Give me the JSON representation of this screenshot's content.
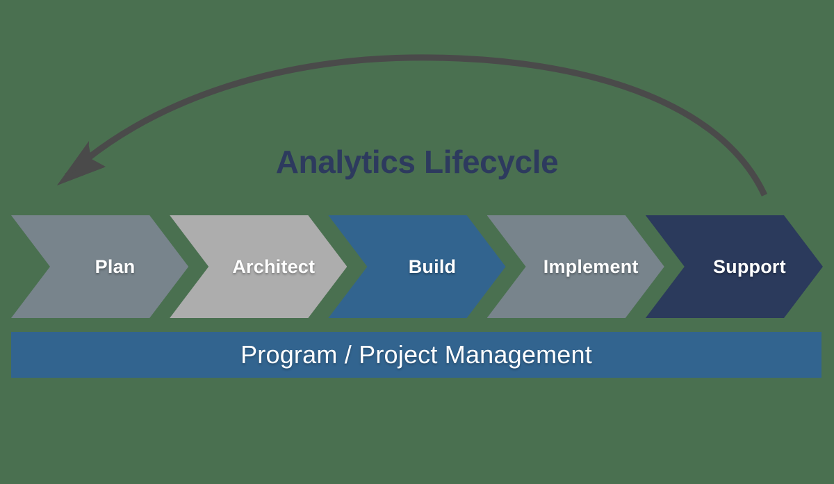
{
  "background_color": "#4a7050",
  "title": {
    "text": "Analytics Lifecycle",
    "color": "#2d3a5e"
  },
  "cycle_arrow": {
    "icon": "curved-arrow-icon",
    "direction": "right-to-left",
    "color": "#4a4a4a",
    "stroke_width": 9
  },
  "stages": [
    {
      "label": "Plan",
      "color": "#78848c",
      "text_color": "#ffffff"
    },
    {
      "label": "Architect",
      "color": "#adadad",
      "text_color": "#ffffff"
    },
    {
      "label": "Build",
      "color": "#32648f",
      "text_color": "#ffffff"
    },
    {
      "label": "Implement",
      "color": "#78848c",
      "text_color": "#ffffff"
    },
    {
      "label": "Support",
      "color": "#2b3a5c",
      "text_color": "#ffffff"
    }
  ],
  "footer_bar": {
    "label": "Program / Project Management",
    "color": "#32648f",
    "text_color": "#ffffff"
  },
  "chart_data": {
    "type": "diagram",
    "subtype": "chevron-process-flow",
    "title": "Analytics Lifecycle",
    "stage_count": 5,
    "stage_labels": [
      "Plan",
      "Architect",
      "Build",
      "Implement",
      "Support"
    ],
    "overlay_band": "Program / Project Management",
    "loop": true
  }
}
